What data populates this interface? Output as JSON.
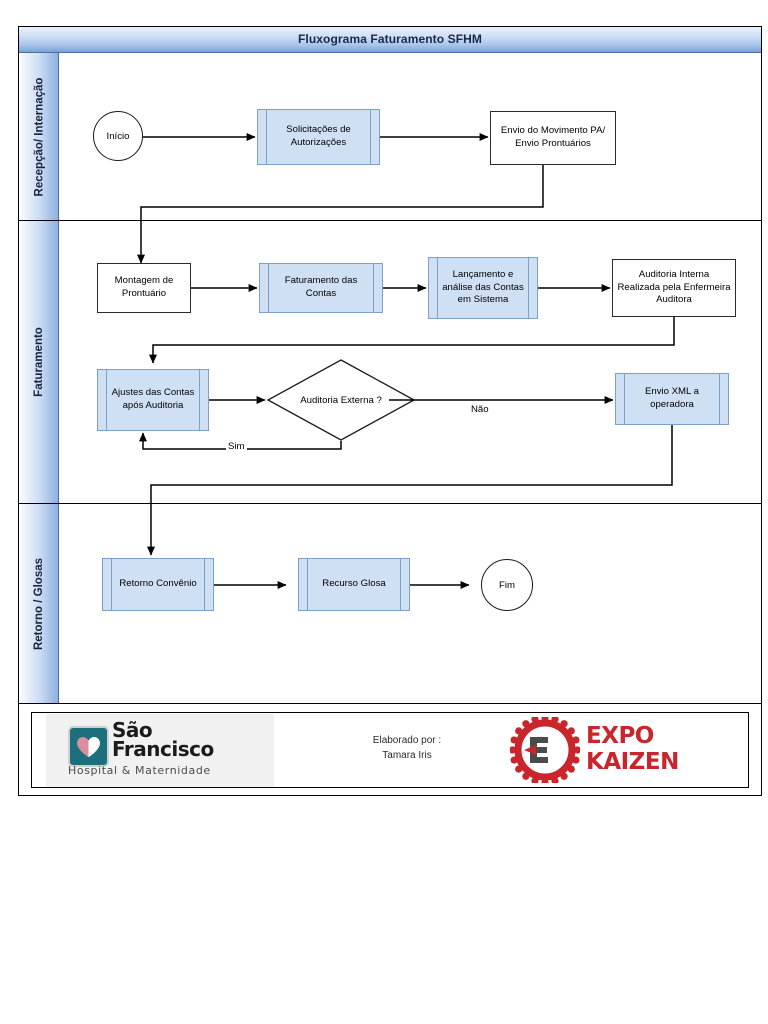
{
  "title": "Fluxograma Faturamento SFHM",
  "lanes": [
    {
      "label": "Recepção/ Internação"
    },
    {
      "label": "Faturamento"
    },
    {
      "label": "Retorno / Glosas"
    }
  ],
  "nodes": {
    "inicio": "Início",
    "solicitacoes": "Solicitações de Autorizações",
    "envio_movimento": "Envio do Movimento PA/ Envio Prontuários",
    "montagem": "Montagem de Prontuário",
    "faturamento_contas": "Faturamento das Contas",
    "lancamento": "Lançamento e análise das Contas em Sistema",
    "auditoria_interna": "Auditoria Interna Realizada pela Enfermeira Auditora",
    "ajustes": "Ajustes das Contas após Auditoria",
    "decisao": "Auditoria Externa ?",
    "envio_xml": "Envio XML a operadora",
    "retorno_convenio": "Retorno Convênio",
    "recurso_glosa": "Recurso Glosa",
    "fim": "Fim"
  },
  "edge_labels": {
    "sim": "Sim",
    "nao": "Não"
  },
  "footer": {
    "credit_line1": "Elaborado por :",
    "credit_line2": "Tamara Iris",
    "hospital_name_line1": "São",
    "hospital_name_line2": "Francisco",
    "hospital_tagline": "Hospital & Maternidade",
    "expo_line1": "EXPO",
    "expo_line2": "KAIZEN"
  },
  "colors": {
    "title_bar_blue": "#7ba3da",
    "lane_strip_blue": "#9cbbe6",
    "predefined_fill": "#cfe0f5",
    "predefined_border": "#7d9fc8",
    "expo_red": "#c8252c",
    "hospital_teal": "#1d6f7d",
    "heart_pink": "#d98ea0"
  },
  "chart_data": {
    "type": "flowchart",
    "title": "Fluxograma Faturamento SFHM",
    "lanes": [
      "Recepção/ Internação",
      "Faturamento",
      "Retorno / Glosas"
    ],
    "nodes": [
      {
        "id": "inicio",
        "label": "Início",
        "shape": "terminator",
        "lane": "Recepção/ Internação"
      },
      {
        "id": "solicitacoes",
        "label": "Solicitações de Autorizações",
        "shape": "predefined-process",
        "lane": "Recepção/ Internação"
      },
      {
        "id": "envio_movimento",
        "label": "Envio do Movimento PA/ Envio Prontuários",
        "shape": "process",
        "lane": "Recepção/ Internação"
      },
      {
        "id": "montagem",
        "label": "Montagem de Prontuário",
        "shape": "process",
        "lane": "Faturamento"
      },
      {
        "id": "faturamento_contas",
        "label": "Faturamento das Contas",
        "shape": "predefined-process",
        "lane": "Faturamento"
      },
      {
        "id": "lancamento",
        "label": "Lançamento e análise das Contas em Sistema",
        "shape": "predefined-process",
        "lane": "Faturamento"
      },
      {
        "id": "auditoria_interna",
        "label": "Auditoria Interna Realizada pela Enfermeira Auditora",
        "shape": "process",
        "lane": "Faturamento"
      },
      {
        "id": "ajustes",
        "label": "Ajustes das Contas após Auditoria",
        "shape": "predefined-process",
        "lane": "Faturamento"
      },
      {
        "id": "decisao",
        "label": "Auditoria Externa ?",
        "shape": "decision",
        "lane": "Faturamento"
      },
      {
        "id": "envio_xml",
        "label": "Envio XML a operadora",
        "shape": "predefined-process",
        "lane": "Faturamento"
      },
      {
        "id": "retorno_convenio",
        "label": "Retorno Convênio",
        "shape": "predefined-process",
        "lane": "Retorno / Glosas"
      },
      {
        "id": "recurso_glosa",
        "label": "Recurso Glosa",
        "shape": "predefined-process",
        "lane": "Retorno / Glosas"
      },
      {
        "id": "fim",
        "label": "Fim",
        "shape": "terminator",
        "lane": "Retorno / Glosas"
      }
    ],
    "edges": [
      {
        "from": "inicio",
        "to": "solicitacoes",
        "label": ""
      },
      {
        "from": "solicitacoes",
        "to": "envio_movimento",
        "label": ""
      },
      {
        "from": "envio_movimento",
        "to": "montagem",
        "label": ""
      },
      {
        "from": "montagem",
        "to": "faturamento_contas",
        "label": ""
      },
      {
        "from": "faturamento_contas",
        "to": "lancamento",
        "label": ""
      },
      {
        "from": "lancamento",
        "to": "auditoria_interna",
        "label": ""
      },
      {
        "from": "auditoria_interna",
        "to": "ajustes",
        "label": ""
      },
      {
        "from": "ajustes",
        "to": "decisao",
        "label": ""
      },
      {
        "from": "decisao",
        "to": "ajustes",
        "label": "Sim"
      },
      {
        "from": "decisao",
        "to": "envio_xml",
        "label": "Não"
      },
      {
        "from": "envio_xml",
        "to": "retorno_convenio",
        "label": ""
      },
      {
        "from": "retorno_convenio",
        "to": "recurso_glosa",
        "label": ""
      },
      {
        "from": "recurso_glosa",
        "to": "fim",
        "label": ""
      }
    ]
  }
}
